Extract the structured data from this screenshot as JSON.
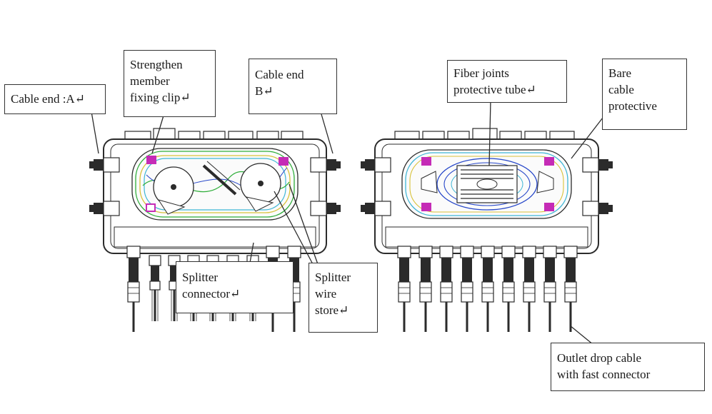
{
  "colors": {
    "outline": "#2b2b2b",
    "fiber_green": "#2fae3a",
    "fiber_yellow": "#d8c23a",
    "fiber_cyan": "#3fb6d6",
    "fiber_blue": "#2747c9",
    "fiber_magenta": "#c52bb6"
  },
  "labels": {
    "cable_end_a": "Cable end :A↵",
    "strengthen_clip": "Strengthen\nmember\nfixing clip↵",
    "cable_end_b": "Cable    end\nB↵",
    "splitter_connector": "Splitter\nconnector↵",
    "splitter_wire_store": "Splitter\nwire\nstore↵",
    "fiber_joints_tube": "Fiber joints\nprotective tube↵",
    "bare_cable_protective": "Bare\ncable\nprotective",
    "outlet_drop_cable": "Outlet    drop    cable\nwith fast connector"
  }
}
